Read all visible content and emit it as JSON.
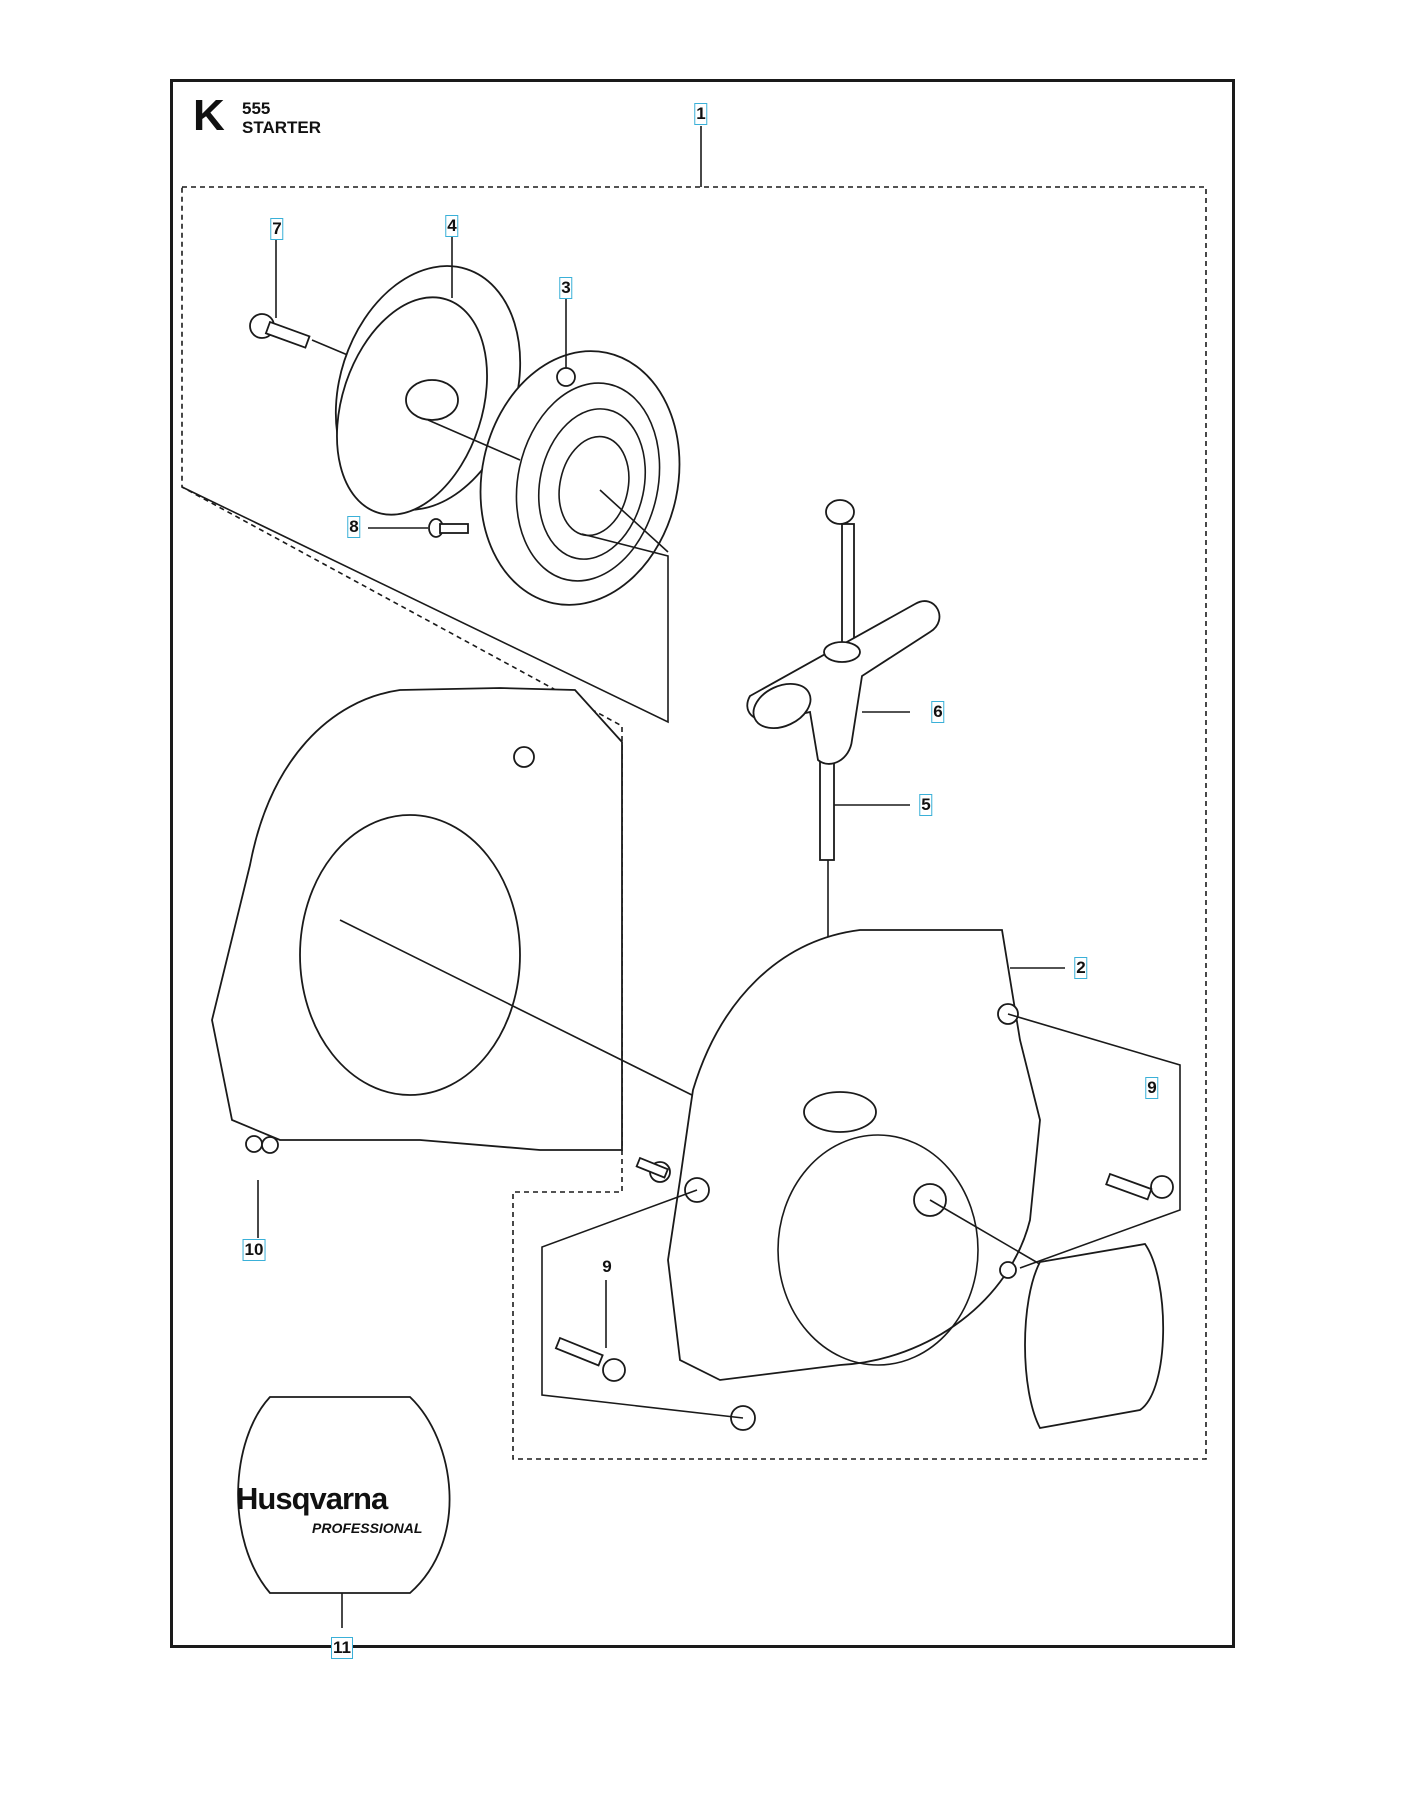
{
  "header": {
    "section_letter": "K",
    "model": "555",
    "title": "STARTER"
  },
  "callouts": [
    {
      "id": "c1",
      "label": "1"
    },
    {
      "id": "c2",
      "label": "2"
    },
    {
      "id": "c3",
      "label": "3"
    },
    {
      "id": "c4",
      "label": "4"
    },
    {
      "id": "c5",
      "label": "5"
    },
    {
      "id": "c6",
      "label": "6"
    },
    {
      "id": "c7",
      "label": "7"
    },
    {
      "id": "c8",
      "label": "8"
    },
    {
      "id": "c9a",
      "label": "9"
    },
    {
      "id": "c9b",
      "label": "9"
    },
    {
      "id": "c10",
      "label": "10"
    },
    {
      "id": "c11",
      "label": "11"
    }
  ],
  "logo": {
    "brand": "Husqvarna",
    "subtitle": "PROFESSIONAL"
  }
}
